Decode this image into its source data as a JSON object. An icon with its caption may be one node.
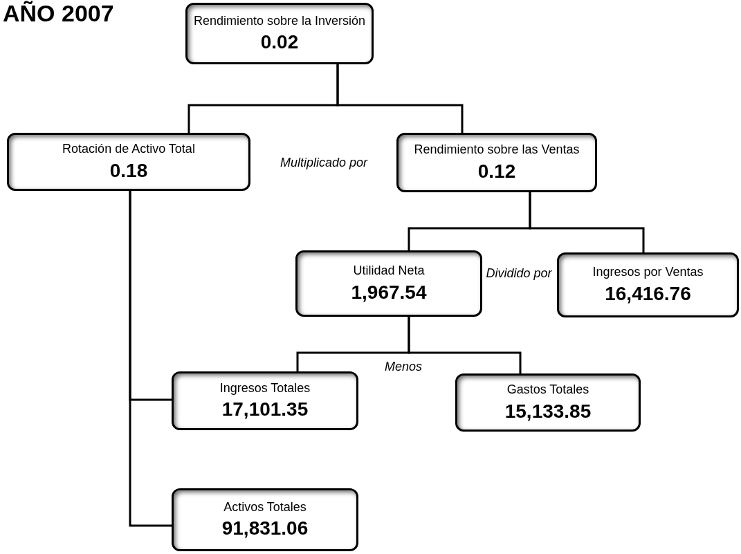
{
  "diagram": {
    "title": "AÑO 2007",
    "nodes": [
      {
        "text": [
          "Rendimiento sobre la Inversión",
          "0.02"
        ]
      },
      {
        "text": [
          "Rotación de Activo Total",
          "0.18"
        ]
      },
      {
        "text": [
          "Rendimiento sobre las Ventas",
          "0.12"
        ]
      },
      {
        "text": [
          "Utilidad Neta",
          "1,967.54"
        ]
      },
      {
        "text": [
          "Ingresos por Ventas",
          "16,416.76"
        ]
      },
      {
        "text": [
          "Ingresos Totales",
          "17,101.35"
        ]
      },
      {
        "text": [
          "Gastos Totales",
          "15,133.85"
        ]
      },
      {
        "text": [
          "Activos Totales",
          "91,831.06"
        ]
      }
    ],
    "edges": [
      {
        "from": 0,
        "to": 1,
        "arrow": "none"
      },
      {
        "from": 0,
        "to": 2,
        "arrow": "none"
      },
      {
        "from": 2,
        "to": 3,
        "arrow": "none"
      },
      {
        "from": 2,
        "to": 4,
        "arrow": "none"
      },
      {
        "from": 3,
        "to": 5,
        "arrow": "none"
      },
      {
        "from": 3,
        "to": 6,
        "arrow": "none"
      },
      {
        "from": 1,
        "to": 5,
        "arrow": "none"
      },
      {
        "from": 1,
        "to": 7,
        "arrow": "none"
      }
    ],
    "labels": [
      "Multiplicado por",
      "Dividido por",
      "Menos"
    ]
  }
}
